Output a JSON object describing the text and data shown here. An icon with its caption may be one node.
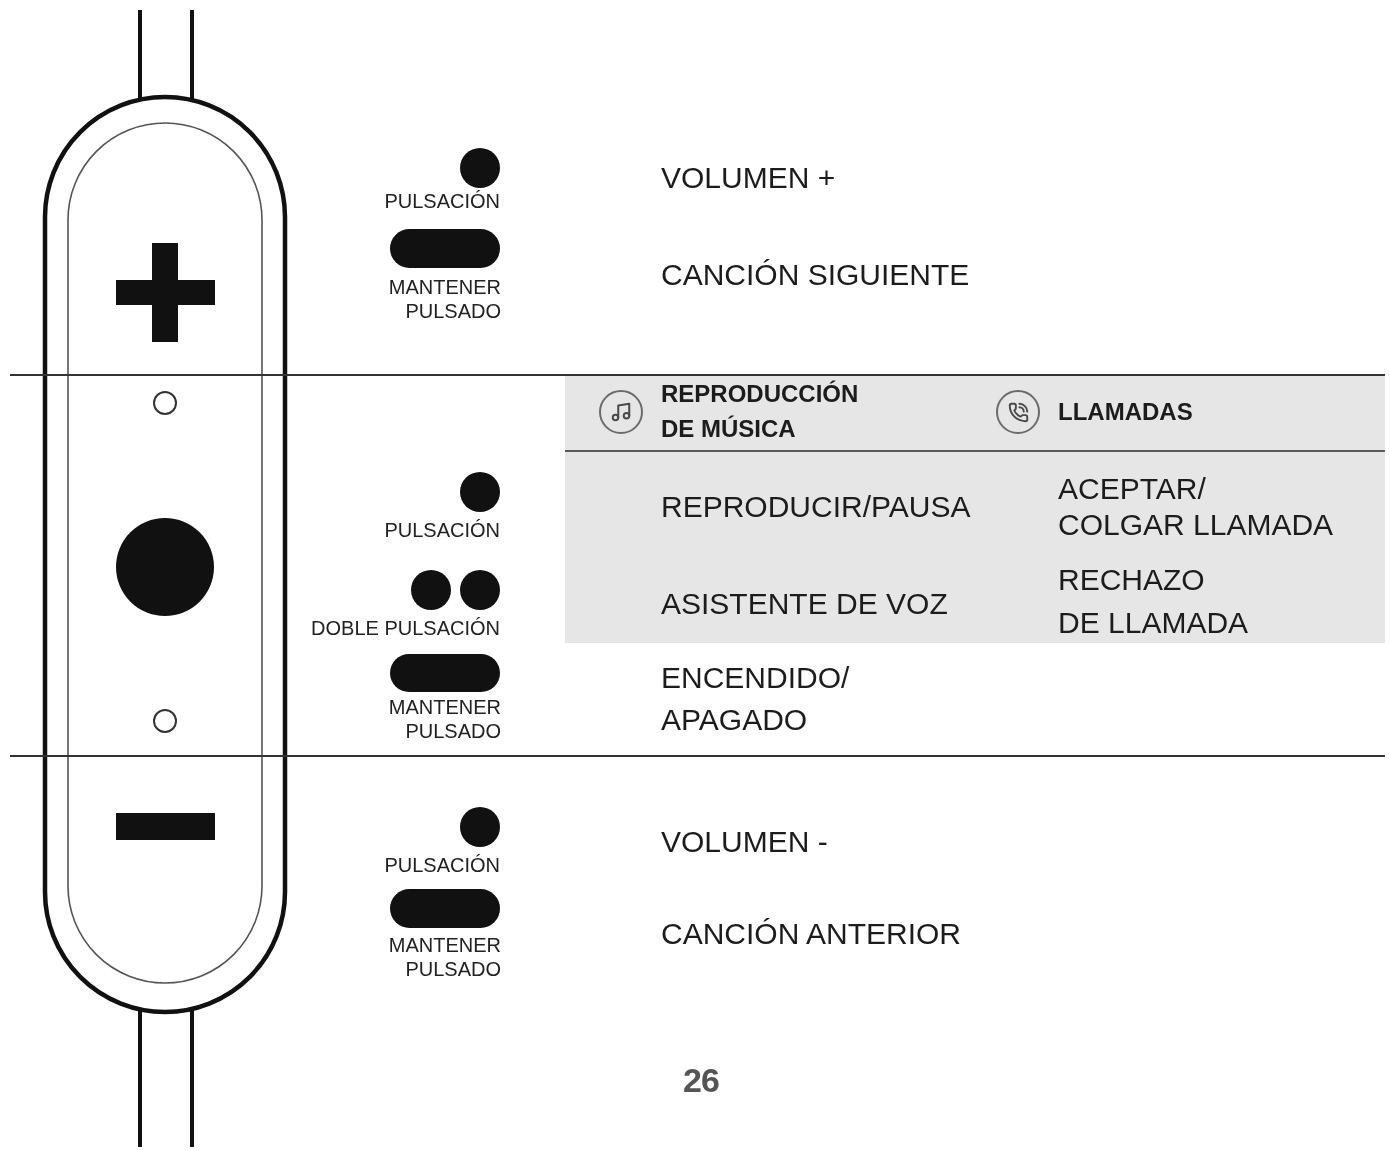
{
  "diagram": {
    "nodes": [
      {
        "text": [
          "REPRODUCCIÓN DE MÚSICA",
          "LLAMADAS"
        ]
      },
      {
        "text": [
          "REPRODUCIR/PAUSA",
          "ACEPTAR/ COLGAR LLAMADA",
          "ASISTENTE DE VOZ",
          "RECHAZO DE LLAMADA"
        ]
      }
    ],
    "labels": [
      "PULSACIÓN",
      "VOLUMEN +",
      "MANTENER PULSADO",
      "CANCIÓN SIGUIENTE",
      "PULSACIÓN",
      "DOBLE PULSACIÓN",
      "MANTENER PULSADO",
      "ENCENDIDO/ APAGADO",
      "PULSACIÓN",
      "VOLUMEN -",
      "MANTENER PULSADO",
      "CANCIÓN ANTERIOR",
      "26"
    ]
  }
}
